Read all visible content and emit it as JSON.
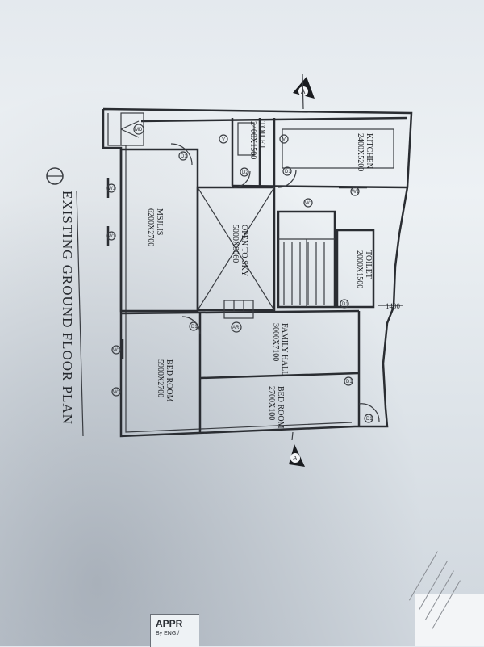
{
  "drawing": {
    "title": "EXISTING GROUND FLOOR PLAN",
    "section_marker": "A",
    "dimension_label": "1400",
    "rooms": [
      {
        "id": "kitchen",
        "name": "KITCHEN",
        "size": "2400X5200"
      },
      {
        "id": "toilet-1",
        "name": "TOILET",
        "size": "2400X1500"
      },
      {
        "id": "open-to-sky",
        "name": "OPEN TO SKY",
        "size": "5000X3060"
      },
      {
        "id": "toilet-2",
        "name": "TOILET",
        "size": "2000X1500"
      },
      {
        "id": "majlis",
        "name": "MSJLIS",
        "size": "6200X2700"
      },
      {
        "id": "family-hall",
        "name": "FAMILY HALL",
        "size": "3000X7100"
      },
      {
        "id": "bedroom-1",
        "name": "BED ROOM",
        "size": "5900X2700"
      },
      {
        "id": "bedroom-2",
        "name": "BED ROOM",
        "size": "2700X100"
      }
    ],
    "tags": {
      "door": "D1",
      "door_2": "D2",
      "window": "W1",
      "vent": "V",
      "main_door": "MD",
      "arch": "AR"
    }
  },
  "approval_box": {
    "title": "APPR",
    "subtitle": "By ENG./"
  }
}
